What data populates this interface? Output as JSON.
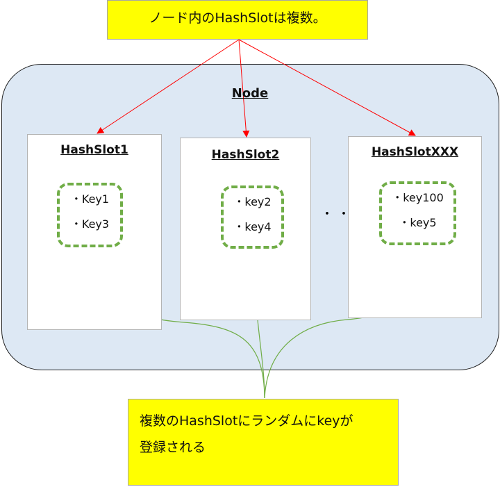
{
  "top_note": {
    "text": "ノード内のHashSlotは複数。"
  },
  "node": {
    "title": "Node"
  },
  "slots": [
    {
      "title": "HashSlot1",
      "keys": [
        "・Key1",
        "・Key3"
      ]
    },
    {
      "title": "HashSlot2",
      "keys": [
        "・key2",
        "・key4"
      ]
    },
    {
      "title": "HashSlotXXX",
      "keys": [
        "・key100",
        "・key5"
      ]
    }
  ],
  "ellipsis": "・・",
  "bottom_note": {
    "line1": "複数のHashSlotにランダムにkeyが",
    "line2": "登録される"
  },
  "colors": {
    "node_fill": "#dde8f4",
    "note_fill": "#ffff00",
    "red_arrow": "#ff0000",
    "green_arrow": "#70ad47"
  }
}
